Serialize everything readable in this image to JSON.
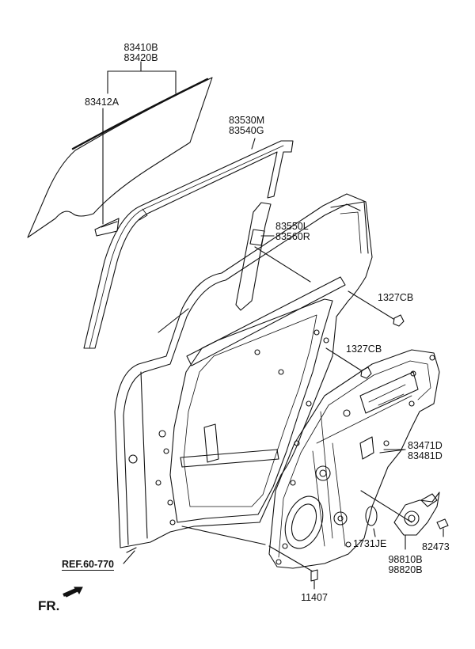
{
  "labels": {
    "glass_group": [
      "83410B",
      "83420B"
    ],
    "glass_bracket": "83412A",
    "run_channel": [
      "83530M",
      "83540G"
    ],
    "channel_assy": [
      "83550L",
      "83560R"
    ],
    "clip_upper": "1327CB",
    "clip_lower": "1327CB",
    "regulator": [
      "83471D",
      "83481D"
    ],
    "grommet": "1731JE",
    "screw_motor": "82473",
    "motor": [
      "98810B",
      "98820B"
    ],
    "screw_bottom": "11407"
  },
  "ref": "REF.60-770",
  "front_marker": "FR."
}
